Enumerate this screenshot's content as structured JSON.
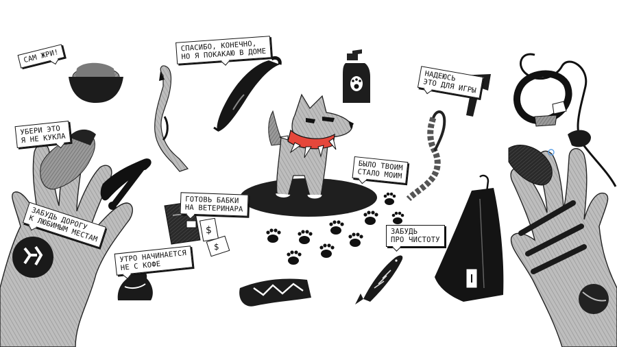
{
  "bubbles": {
    "sam": [
      "САМ ЖРИ!"
    ],
    "spasibo": [
      "СПАСИБО, КОНЕЧНО,",
      "НО Я ПОКАКАЮ В ДОМЕ"
    ],
    "nadeus": [
      "НАДЕЮСЬ",
      "ЭТО ДЛЯ ИГРЫ"
    ],
    "uberi": [
      "УБЕРИ ЭТО",
      "Я НЕ КУКЛА"
    ],
    "bylo": [
      "БЫЛО ТВОИМ",
      "СТАЛО МОИМ"
    ],
    "gotov": [
      "ГОТОВЬ БАБКИ",
      "НА ВЕТЕРИНАРА"
    ],
    "zabud1": [
      "ЗАБУДЬ ДОРОГУ",
      "К ЛЮБИМЫМ МЕСТАМ"
    ],
    "utro": [
      "УТРО НАЧИНАЕТСЯ",
      "НЕ С КОФЕ"
    ],
    "zabud2": [
      "ЗАБУДЬ",
      "ПРО ЧИСТОТУ"
    ]
  },
  "colors": {
    "ink": "#111111",
    "collar": "#e5473b",
    "paper": "#ffffff"
  },
  "icons": {
    "dog": "dog-icon",
    "bowl": "food-bowl-icon",
    "chicken": "rubber-chicken-icon",
    "umbrella": "umbrella-icon",
    "bottle": "shampoo-bottle-icon",
    "collar": "spiked-collar-icon",
    "rope": "rope-toy-icon",
    "bone": "bone-icon",
    "sweater": "dog-sweater-icon",
    "wallet": "wallet-icon",
    "money": "money-icon",
    "poop": "poop-icon",
    "fish": "fish-icon",
    "sock": "sock-icon",
    "towel": "towel-icon",
    "ball": "ball-icon",
    "glove": "glove-icon",
    "sticks": "sticks-icon",
    "leash": "leash-icon",
    "paw": "paw-print-icon",
    "hand": "hand-icon"
  }
}
